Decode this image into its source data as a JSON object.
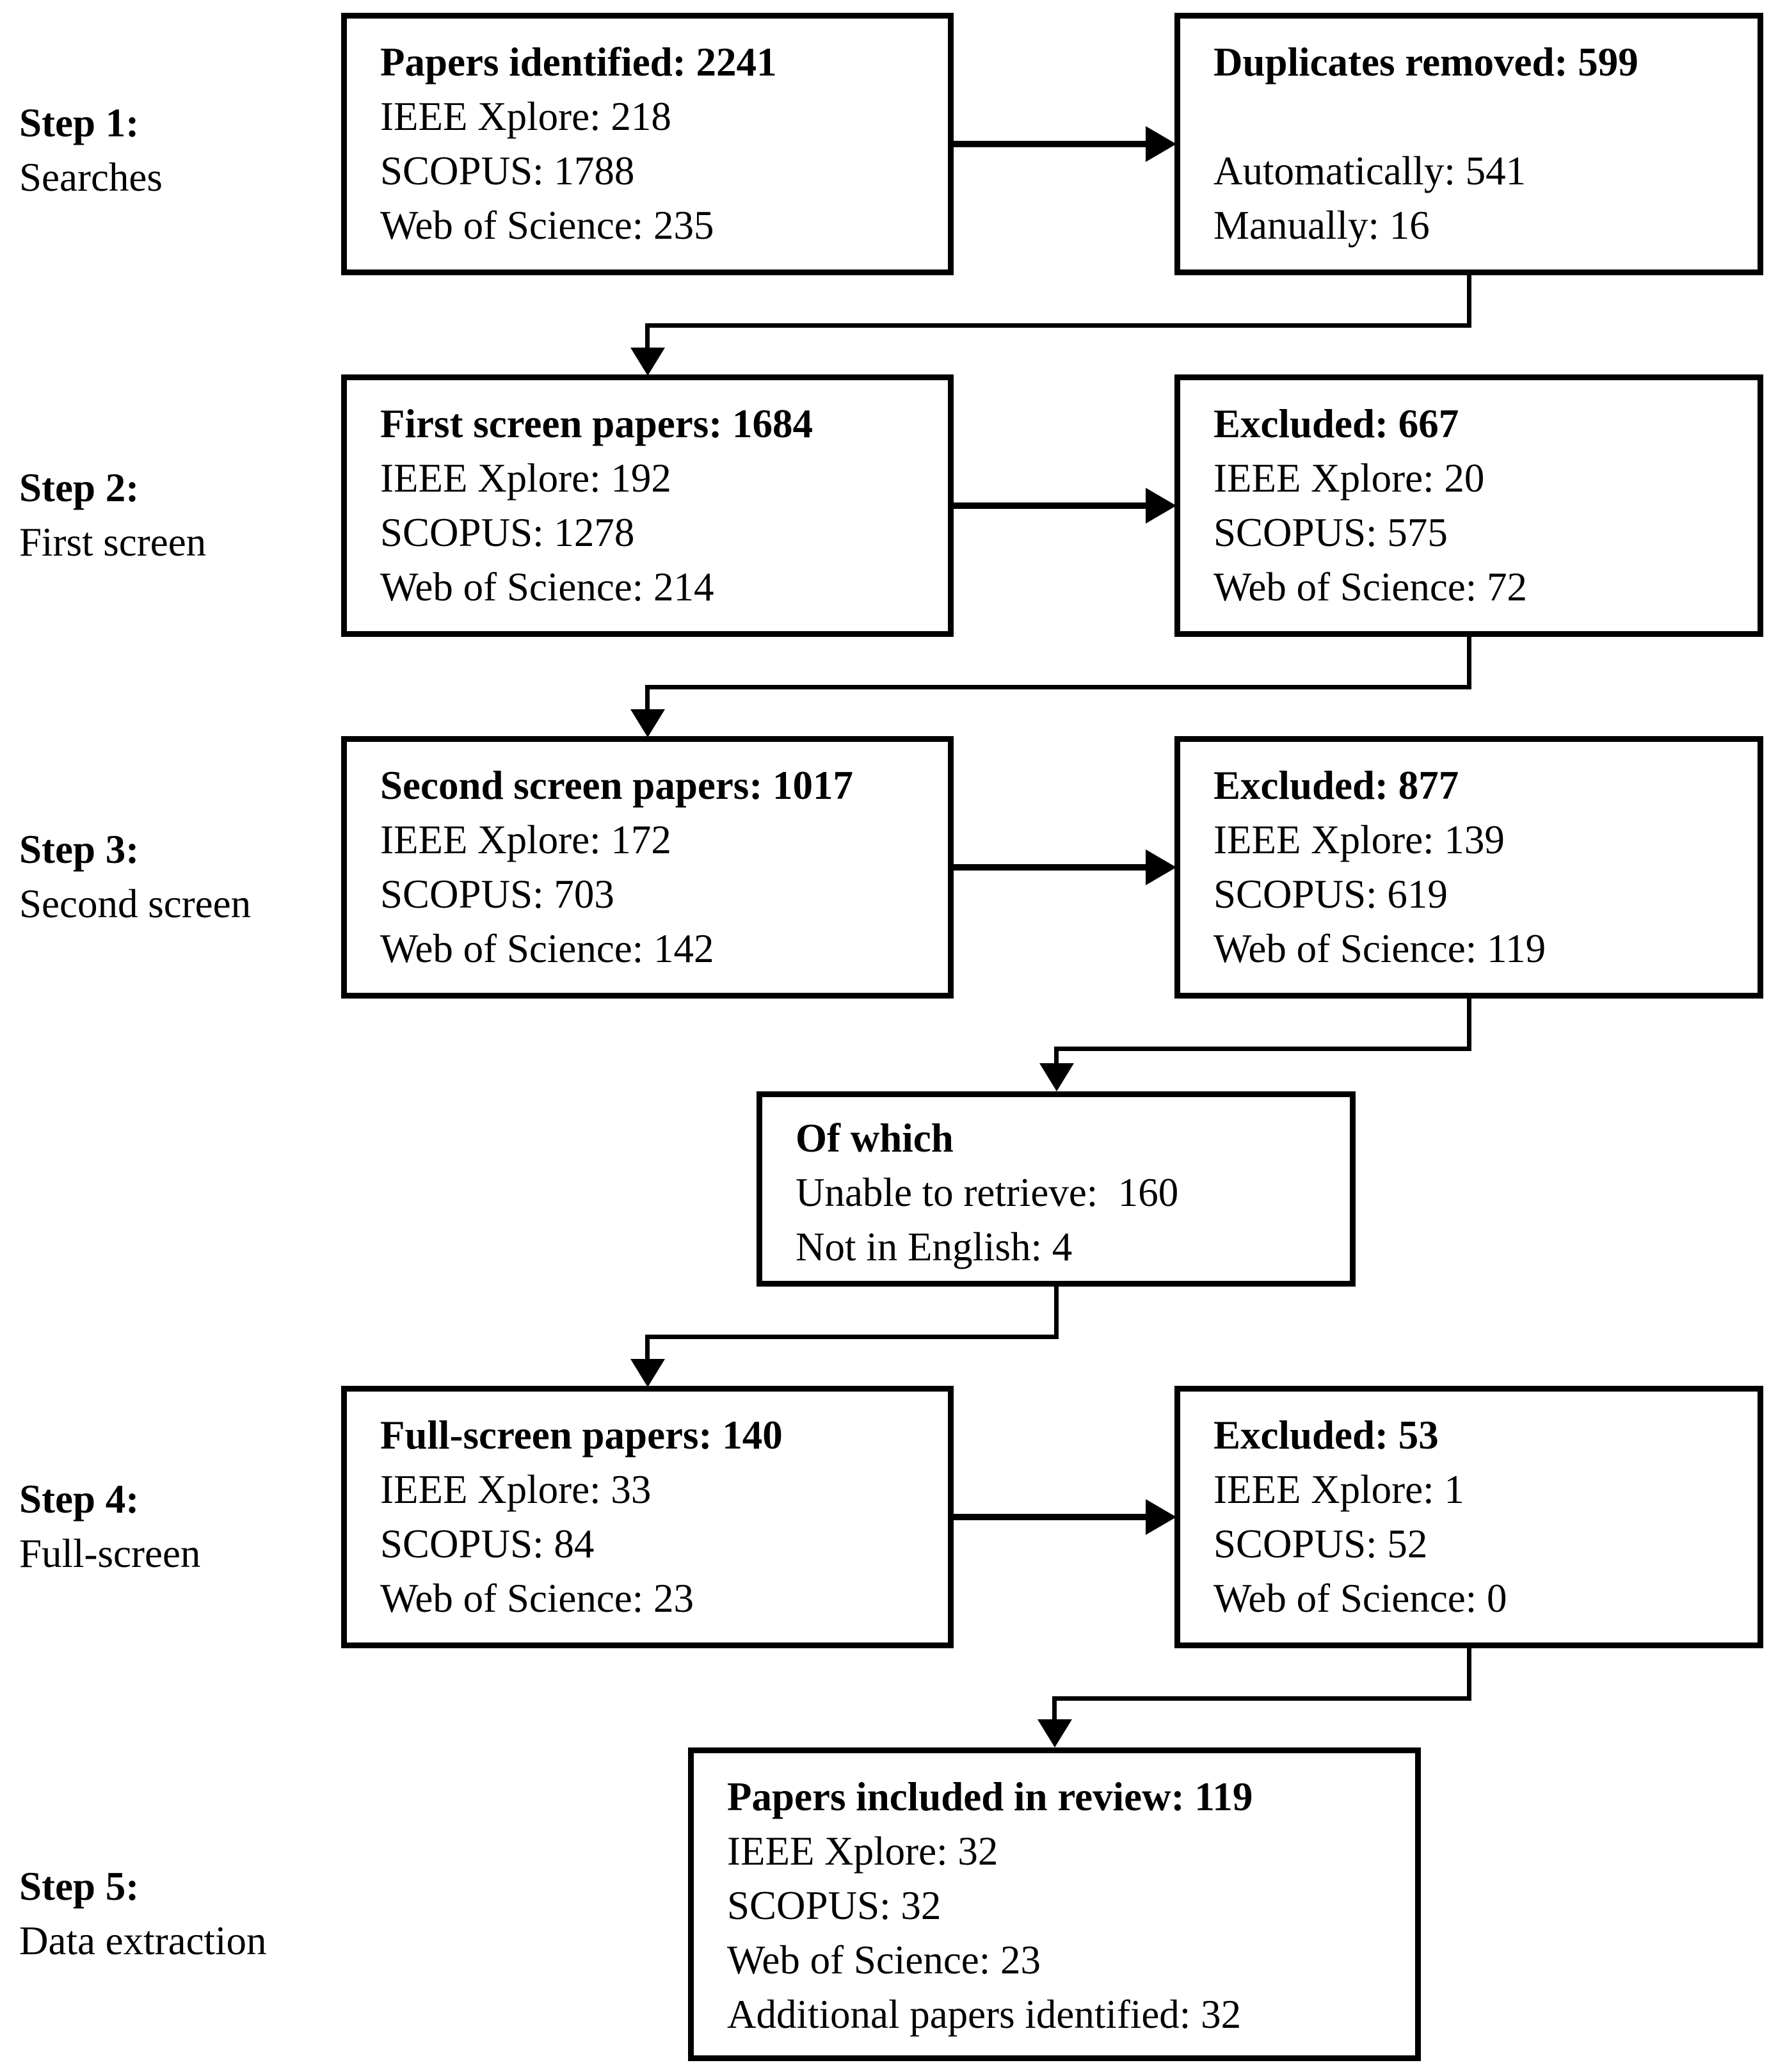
{
  "figure": {
    "background_color": "#ffffff",
    "line_color": "#000000",
    "type": "flowchart",
    "description_title": "Systematic review paper selection flow"
  },
  "steps": [
    {
      "label": "Step 1:",
      "sublabel": "Searches"
    },
    {
      "label": "Step 2:",
      "sublabel": "First screen"
    },
    {
      "label": "Step 3:",
      "sublabel": "Second screen"
    },
    {
      "label": "Step 4:",
      "sublabel": "Full-screen"
    },
    {
      "label": "Step 5:",
      "sublabel": "Data extraction"
    }
  ],
  "boxes": {
    "papers_identified": {
      "title": "Papers identified: 2241",
      "items": [
        "IEEE Xplore: 218",
        "SCOPUS: 1788",
        "Web of Science: 235"
      ]
    },
    "duplicates_removed": {
      "title": "Duplicates removed: 599",
      "items": [
        "",
        "Automatically: 541",
        "Manually: 16"
      ]
    },
    "first_screen": {
      "title": "First screen papers: 1684",
      "items": [
        "IEEE Xplore: 192",
        "SCOPUS: 1278",
        "Web of Science: 214"
      ]
    },
    "excluded_first": {
      "title": "Excluded: 667",
      "items": [
        "IEEE Xplore: 20",
        "SCOPUS: 575",
        "Web of Science: 72"
      ]
    },
    "second_screen": {
      "title": "Second screen papers: 1017",
      "items": [
        "IEEE Xplore: 172",
        "SCOPUS: 703",
        "Web of Science: 142"
      ]
    },
    "excluded_second": {
      "title": "Excluded: 877",
      "items": [
        "IEEE Xplore: 139",
        "SCOPUS: 619",
        "Web of Science: 119"
      ]
    },
    "of_which": {
      "title": "Of which",
      "items": [
        "Unable to retrieve:  160",
        "Not in English: 4"
      ]
    },
    "full_screen": {
      "title": "Full-screen papers: 140",
      "items": [
        "IEEE Xplore: 33",
        "SCOPUS: 84",
        "Web of Science: 23"
      ]
    },
    "excluded_full": {
      "title": "Excluded: 53",
      "items": [
        "IEEE Xplore: 1",
        "SCOPUS: 52",
        "Web of Science: 0"
      ]
    },
    "included_in_review": {
      "title": "Papers included in review: 119",
      "items": [
        "IEEE Xplore: 32",
        "SCOPUS: 32",
        "Web of Science: 23",
        "Additional papers identified: 32"
      ]
    }
  }
}
